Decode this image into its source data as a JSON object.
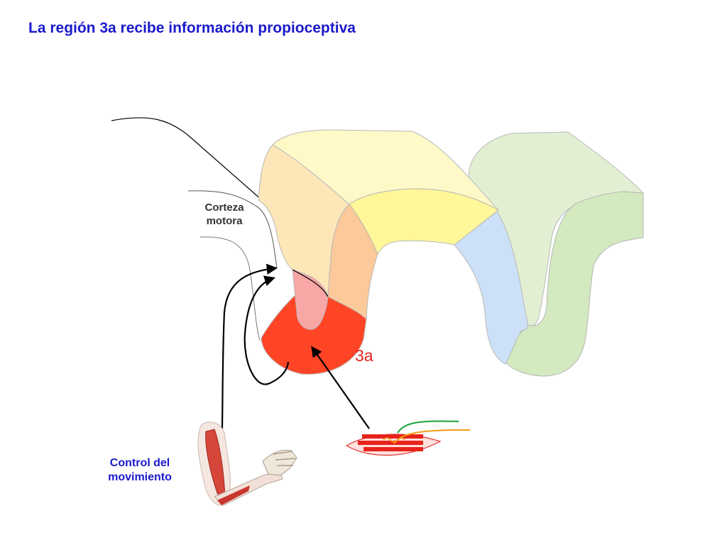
{
  "title": "La región 3a recibe información propioceptiva",
  "labels": {
    "motor_cortex_line1": "Corteza",
    "motor_cortex_line2": "motora",
    "area_3a": "3a",
    "movement_control_line1": "Control del",
    "movement_control_line2": "movimiento"
  },
  "colors": {
    "title": "#1a1acc",
    "area_3a": "#e8231c",
    "motor_label": "#333333"
  },
  "icons": [
    "arm-skeleton-muscle-icon",
    "muscle-spindle-icon"
  ]
}
